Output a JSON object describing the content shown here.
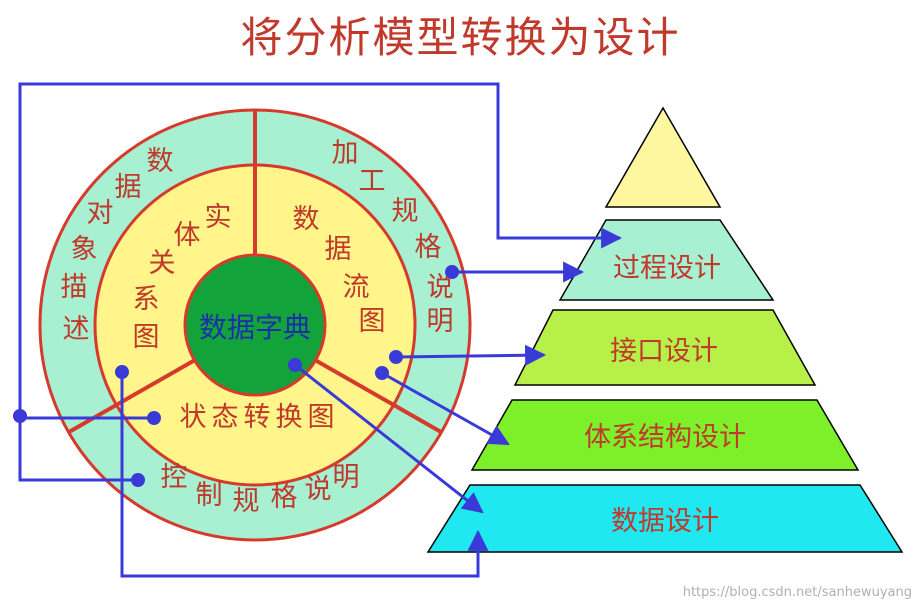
{
  "title": "将分析模型转换为设计",
  "analysis_model": {
    "outer_ring": {
      "data_object_description": "数据对象描述",
      "process_specification": "加工规格说明",
      "control_specification": "控制规格说明"
    },
    "middle_ring": {
      "entity_relationship_diagram": "实体关系图",
      "data_flow_diagram": "数据流图",
      "state_transition_diagram": "状态转换图"
    },
    "core": "数据字典"
  },
  "design_model": {
    "levels": [
      {
        "label": "过程设计"
      },
      {
        "label": "接口设计"
      },
      {
        "label": "体系结构设计"
      },
      {
        "label": "数据设计"
      }
    ]
  },
  "watermark": "https://blog.csdn.net/sanhewuyang",
  "colors": {
    "title": "#c0392b",
    "text": "#c0392b",
    "core_text": "#1a2fa8",
    "outer_ring": "#a8f0d2",
    "middle_ring": "#fff58a",
    "core": "#12a43a",
    "ring_stroke": "#d63a2c",
    "arrow": "#3a3ad8",
    "apex": "#fff6a0",
    "level_process": "#a8f0d2",
    "level_interface": "#b8f04a",
    "level_architecture": "#7ef02a",
    "level_data": "#20e8f0"
  }
}
